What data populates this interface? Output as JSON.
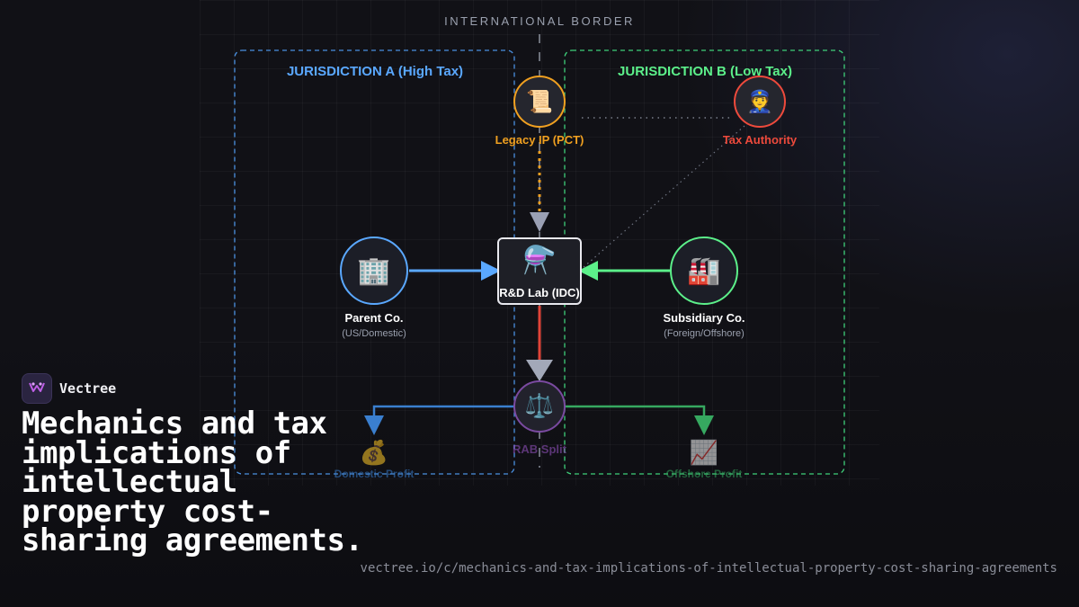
{
  "diagram": {
    "border_label": "INTERNATIONAL BORDER",
    "jurisdiction_a": {
      "title": "JURISDICTION A (High Tax)",
      "color": "#5aa8ff"
    },
    "jurisdiction_b": {
      "title": "JURISDICTION B (Low Tax)",
      "color": "#5cf08a"
    },
    "nodes": {
      "legacy_ip": {
        "label": "Legacy IP (PCT)",
        "icon": "scroll-icon",
        "glyph": "📜",
        "color": "#f0a020"
      },
      "tax_authority": {
        "label": "Tax Authority",
        "icon": "police-officer-icon",
        "glyph": "👮",
        "color": "#ee4a3c"
      },
      "parent": {
        "label": "Parent Co.",
        "sub": "(US/Domestic)",
        "icon": "office-building-icon",
        "glyph": "🏢",
        "color": "#5aa8ff"
      },
      "rd_lab": {
        "label": "R&D Lab (IDC)",
        "icon": "flask-icon",
        "glyph": "⚗️",
        "color": "#e8e8ee"
      },
      "subsidiary": {
        "label": "Subsidiary Co.",
        "sub": "(Foreign/Offshore)",
        "icon": "factory-icon",
        "glyph": "🏭",
        "color": "#5cf08a"
      },
      "rab_split": {
        "label": "RAB Split",
        "icon": "balance-scale-icon",
        "glyph": "⚖️",
        "color": "#9a55c8"
      },
      "domestic_profit": {
        "label": "Domestic Profit",
        "icon": "money-bag-icon",
        "glyph": "💰",
        "color": "#3a7fcf"
      },
      "offshore_profit": {
        "label": "Offshore Profit",
        "icon": "chart-up-icon",
        "glyph": "📈",
        "color": "#36a860"
      }
    }
  },
  "brand": {
    "name": "Vectree",
    "logo_icon": "vectree-logo-icon"
  },
  "headline": "Mechanics and tax implications of intellectual property cost-sharing agreements.",
  "url": "vectree.io/c/mechanics-and-tax-implications-of-intellectual-property-cost-sharing-agreements"
}
